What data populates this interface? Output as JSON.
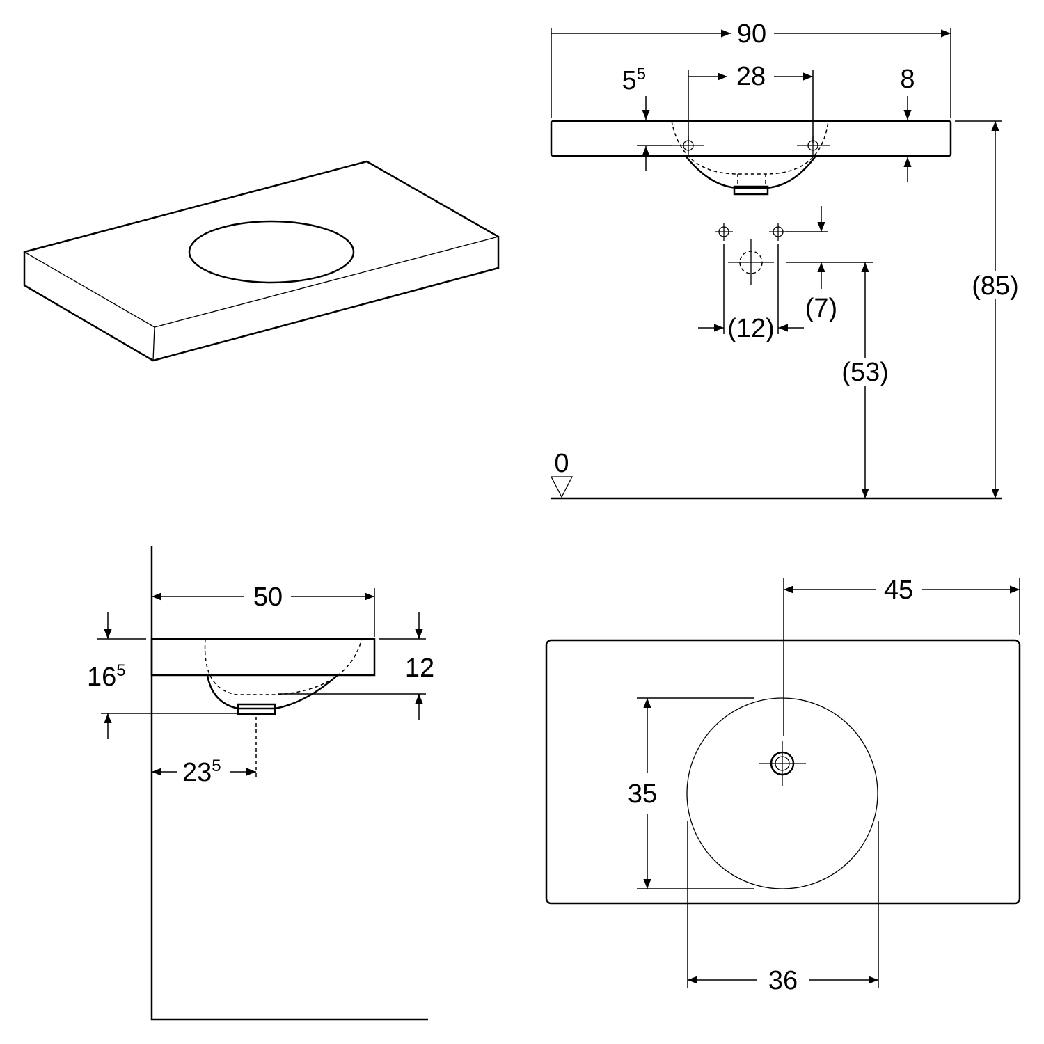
{
  "views": {
    "front": {
      "width": "90",
      "edge_left_base": "5",
      "edge_left_sup": "5",
      "tap_spacing": "28",
      "edge_right": "8",
      "total_height": "(85)",
      "valve_spacing": "(12)",
      "valve_offset": "(7)",
      "drain_height": "(53)",
      "floor_level": "0"
    },
    "side": {
      "depth": "50",
      "height_base": "16",
      "height_sup": "5",
      "slab_thickness": "12",
      "drain_base": "23",
      "drain_sup": "5"
    },
    "top": {
      "drain_offset": "45",
      "bowl_depth": "35",
      "bowl_width": "36"
    }
  },
  "colors": {
    "line": "#000000",
    "background": "#ffffff"
  }
}
